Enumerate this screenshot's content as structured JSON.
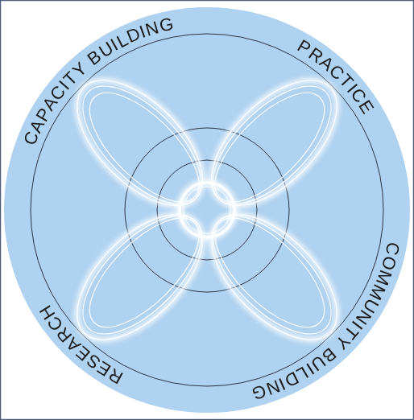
{
  "diagram": {
    "labels": [
      "CAPACITY BUILDING",
      "PRACTICE",
      "COMMUNITY BUILDING",
      "RESEARCH"
    ]
  }
}
